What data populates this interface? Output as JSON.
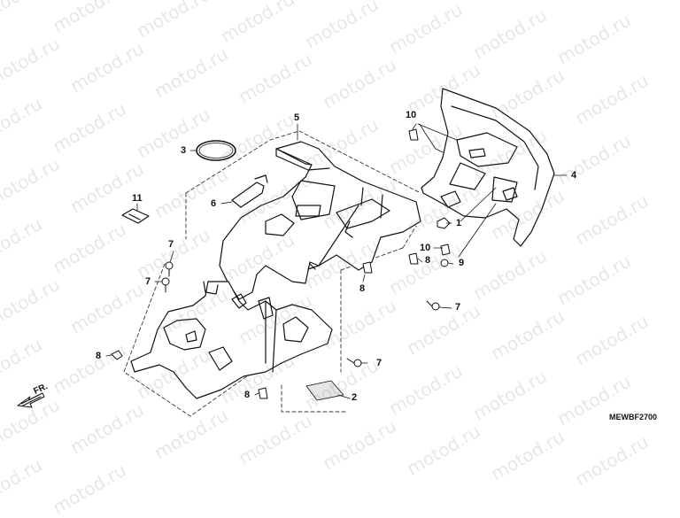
{
  "watermark": {
    "text": "motod.ru"
  },
  "diagram_code": "MEWBF2700",
  "direction_label": "FR.",
  "callouts": [
    {
      "id": "callout-5",
      "label": "5"
    },
    {
      "id": "callout-3",
      "label": "3"
    },
    {
      "id": "callout-6",
      "label": "6"
    },
    {
      "id": "callout-11",
      "label": "11"
    },
    {
      "id": "callout-7a",
      "label": "7"
    },
    {
      "id": "callout-7b",
      "label": "7"
    },
    {
      "id": "callout-8a",
      "label": "8"
    },
    {
      "id": "callout-8b",
      "label": "8"
    },
    {
      "id": "callout-8c",
      "label": "8"
    },
    {
      "id": "callout-8d",
      "label": "8"
    },
    {
      "id": "callout-2",
      "label": "2"
    },
    {
      "id": "callout-7c",
      "label": "7"
    },
    {
      "id": "callout-7d",
      "label": "7"
    },
    {
      "id": "callout-10a",
      "label": "10"
    },
    {
      "id": "callout-10b",
      "label": "10"
    },
    {
      "id": "callout-4",
      "label": "4"
    },
    {
      "id": "callout-1",
      "label": "1"
    },
    {
      "id": "callout-9",
      "label": "9"
    }
  ]
}
